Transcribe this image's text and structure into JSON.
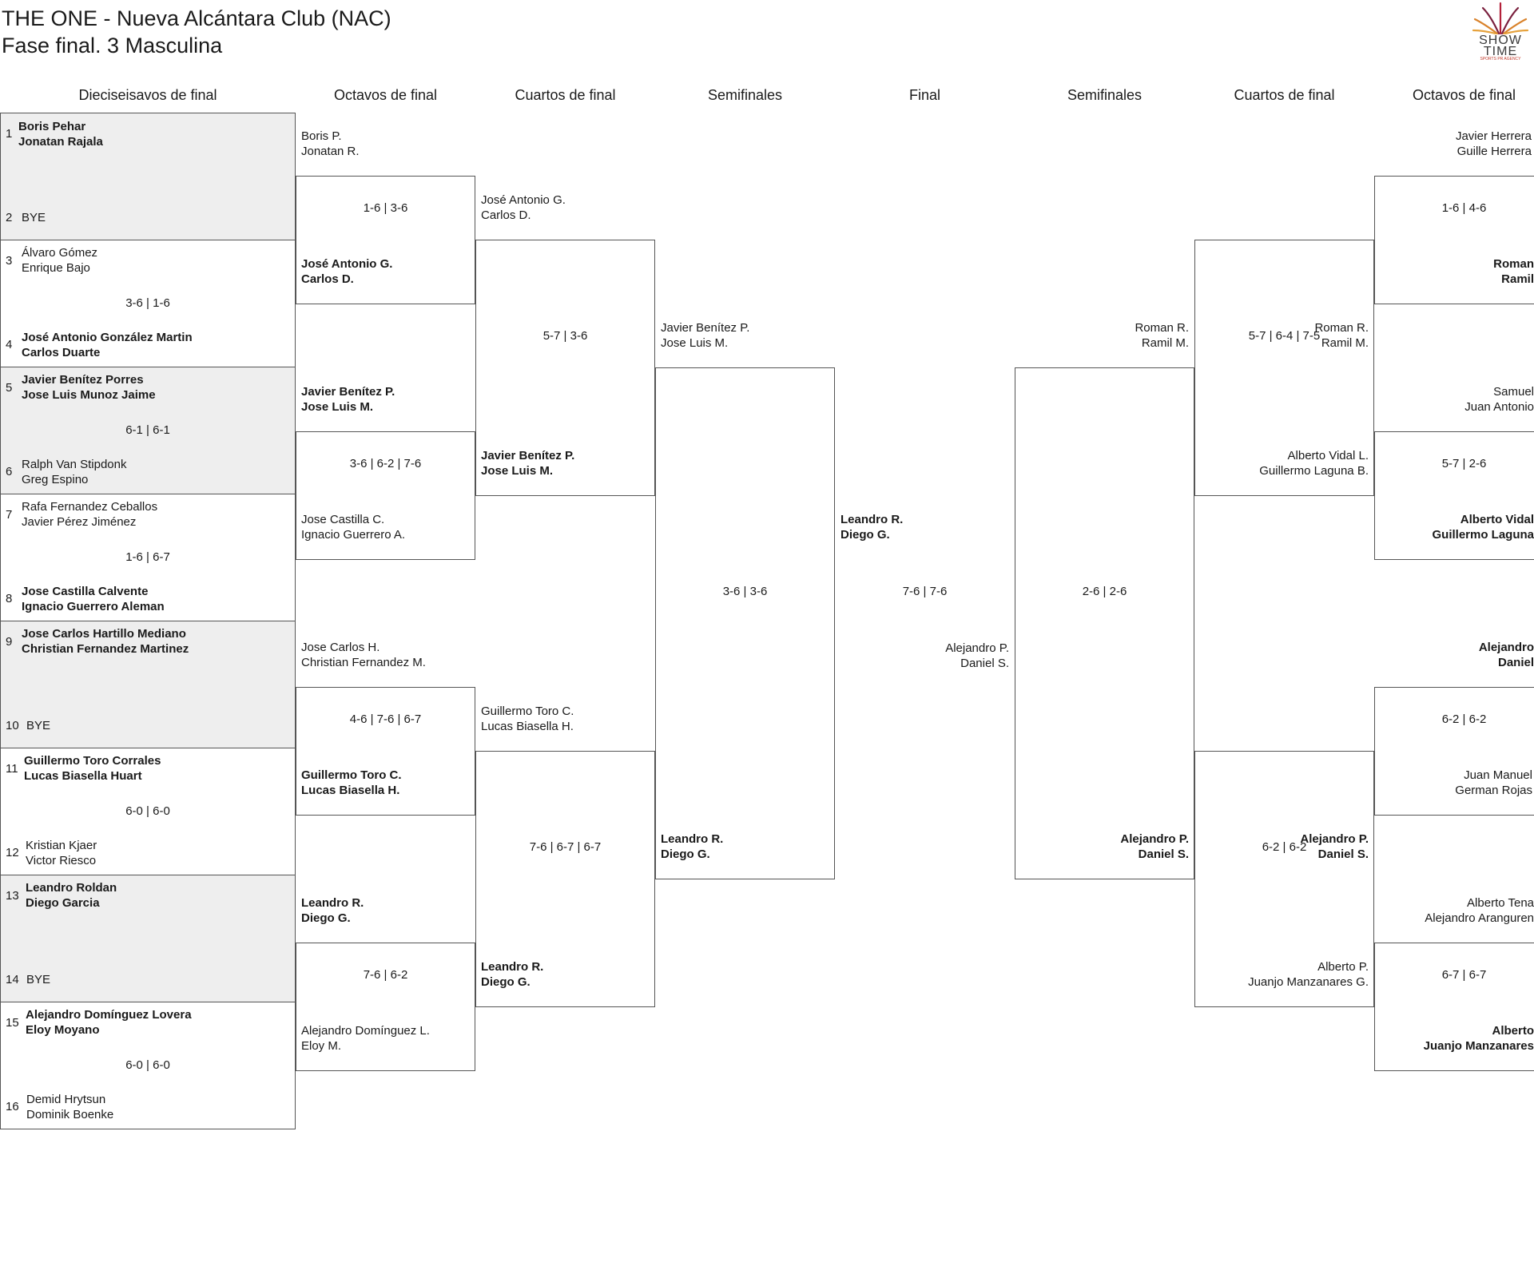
{
  "header": {
    "title": "THE ONE - Nueva Alcántara Club (NAC)",
    "subtitle": "Fase final. 3 Masculina"
  },
  "logo": {
    "line1": "SHOW",
    "line2": "TIME",
    "tagline": "SPORTS PR AGENCY",
    "accent_color": "#c0392b"
  },
  "columns": {
    "r32": "Dieciseisavos de final",
    "r16": "Octavos de final",
    "qf": "Cuartos de final",
    "sf": "Semifinales",
    "final": "Final",
    "sf_right": "Semifinales",
    "qf_right": "Cuartos de final",
    "r16_right": "Octavos de final"
  },
  "r32": {
    "seeds": [
      "1",
      "2",
      "3",
      "4",
      "5",
      "6",
      "7",
      "8",
      "9",
      "10",
      "11",
      "12",
      "13",
      "14",
      "15",
      "16"
    ],
    "matches": [
      {
        "a": [
          "Boris Pehar",
          "Jonatan Rajala"
        ],
        "b": [
          "BYE"
        ],
        "score": ""
      },
      {
        "a": [
          "Álvaro Gómez",
          "Enrique Bajo"
        ],
        "b": [
          "José Antonio González Martin",
          "Carlos Duarte"
        ],
        "score": "3-6 | 1-6"
      },
      {
        "a": [
          "Javier Benítez Porres",
          "Jose Luis Munoz Jaime"
        ],
        "b": [
          "Ralph Van Stipdonk",
          "Greg Espino"
        ],
        "score": "6-1 | 6-1"
      },
      {
        "a": [
          "Rafa Fernandez Ceballos",
          "Javier Pérez Jiménez"
        ],
        "b": [
          "Jose Castilla Calvente",
          "Ignacio Guerrero Aleman"
        ],
        "score": "1-6 | 6-7"
      },
      {
        "a": [
          "Jose Carlos Hartillo Mediano",
          "Christian Fernandez Martinez"
        ],
        "b": [
          "BYE"
        ],
        "score": ""
      },
      {
        "a": [
          "Guillermo Toro Corrales",
          "Lucas Biasella Huart"
        ],
        "b": [
          "Kristian Kjaer",
          "Victor Riesco"
        ],
        "score": "6-0 | 6-0"
      },
      {
        "a": [
          "Leandro Roldan",
          "Diego Garcia"
        ],
        "b": [
          "BYE"
        ],
        "score": ""
      },
      {
        "a": [
          "Alejandro Domínguez Lovera",
          "Eloy Moyano"
        ],
        "b": [
          "Demid Hrytsun",
          "Dominik Boenke"
        ],
        "score": "6-0 | 6-0"
      }
    ]
  },
  "r16": {
    "matches": [
      {
        "a": [
          "Boris P.",
          "Jonatan R."
        ],
        "b": [
          "José Antonio G.",
          "Carlos D."
        ],
        "score": "1-6 | 3-6"
      },
      {
        "a": [
          "Javier Benítez P.",
          "Jose Luis M."
        ],
        "b": [
          "Jose Castilla C.",
          "Ignacio Guerrero A."
        ],
        "score": "3-6 | 6-2 | 7-6"
      },
      {
        "a": [
          "Jose Carlos H.",
          "Christian Fernandez M."
        ],
        "b": [
          "Guillermo Toro C.",
          "Lucas Biasella H."
        ],
        "score": "4-6 | 7-6 | 6-7"
      },
      {
        "a": [
          "Leandro R.",
          "Diego G."
        ],
        "b": [
          "Alejandro Domínguez L.",
          "Eloy M."
        ],
        "score": "7-6 | 6-2"
      }
    ]
  },
  "qf": {
    "matches": [
      {
        "a": [
          "José Antonio G.",
          "Carlos D."
        ],
        "b": [
          "Javier Benítez P.",
          "Jose Luis M."
        ],
        "score": "5-7 | 3-6"
      },
      {
        "a": [
          "Guillermo Toro C.",
          "Lucas Biasella H."
        ],
        "b": [
          "Leandro R.",
          "Diego G."
        ],
        "score": "7-6 | 6-7 | 6-7"
      }
    ]
  },
  "sf": {
    "match": {
      "a": [
        "Javier Benítez P.",
        "Jose Luis M."
      ],
      "b": [
        "Leandro R.",
        "Diego G."
      ],
      "score": "3-6 | 3-6"
    }
  },
  "final": {
    "a": [
      "Leandro R.",
      "Diego G."
    ],
    "score": "7-6 | 7-6",
    "b": [
      "Alejandro P.",
      "Daniel S."
    ]
  },
  "sf_right": {
    "match": {
      "a": [
        "Roman R.",
        "Ramil M."
      ],
      "b": [
        "Alejandro P.",
        "Daniel S."
      ],
      "score": "2-6 | 2-6"
    }
  },
  "qf_right": {
    "matches": [
      {
        "a": [
          "Roman R.",
          "Ramil M."
        ],
        "b": [
          "Alberto Vidal L.",
          "Guillermo Laguna B."
        ],
        "score": "5-7 | 6-4 | 7-5"
      },
      {
        "a": [
          "Alejandro P.",
          "Daniel S."
        ],
        "b": [
          "Alberto P.",
          "Juanjo Manzanares G."
        ],
        "score": "6-2 | 6-2"
      }
    ]
  },
  "r16_right": {
    "matches": [
      {
        "a": [
          "Javier Herrera",
          "Guille Herrera"
        ],
        "b": [
          "Roman",
          "Ramil"
        ],
        "score": "1-6 | 4-6"
      },
      {
        "a": [
          "Samuel",
          "Juan Antonio"
        ],
        "b": [
          "Alberto Vidal",
          "Guillermo Laguna"
        ],
        "score": "5-7 | 2-6"
      },
      {
        "a": [
          "Alejandro",
          "Daniel"
        ],
        "b": [
          "Juan Manuel",
          "German Rojas"
        ],
        "score": "6-2 | 6-2"
      },
      {
        "a": [
          "Alberto Tena",
          "Alejandro Aranguren"
        ],
        "b": [
          "Alberto",
          "Juanjo Manzanares"
        ],
        "score": "6-7 | 6-7"
      }
    ]
  }
}
